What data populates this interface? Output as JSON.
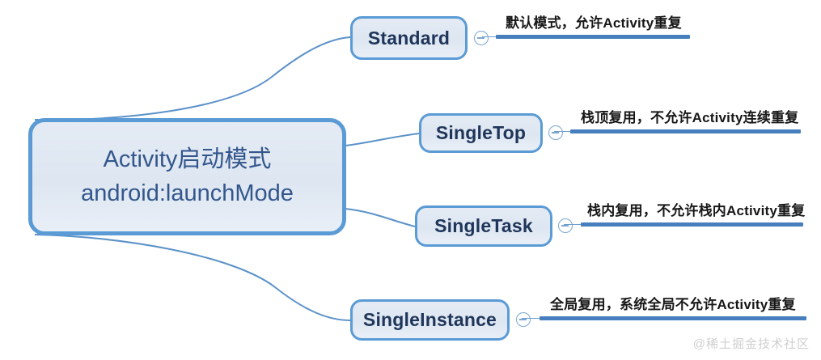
{
  "diagram": {
    "type": "mindmap",
    "root": {
      "line1": "Activity启动模式",
      "line2": "android:launchMode"
    },
    "branches": [
      {
        "id": "standard",
        "label": "Standard",
        "note": "默认模式，允许Activity重复",
        "toggle_icon": "collapse-minus-icon"
      },
      {
        "id": "singletop",
        "label": "SingleTop",
        "note": "栈顶复用，不允许Activity连续重复",
        "toggle_icon": "collapse-minus-icon"
      },
      {
        "id": "singletask",
        "label": "SingleTask",
        "note": "栈内复用，不允许栈内Activity重复",
        "toggle_icon": "collapse-minus-icon"
      },
      {
        "id": "singleinstance",
        "label": "SingleInstance",
        "note": "全局复用，系统全局不允许Activity重复",
        "toggle_icon": "collapse-minus-icon"
      }
    ],
    "watermark": "@稀土掘金技术社区",
    "colors": {
      "node_border": "#5b9bd5",
      "node_fill": "#dde6f1",
      "node_text": "#1f3559",
      "root_text": "#33568c",
      "edge": "#5b92c9",
      "annotation_bar": "#477fbe",
      "annotation_text": "#171717",
      "background": "#ffffff",
      "watermark": "#cfcfcf"
    }
  }
}
